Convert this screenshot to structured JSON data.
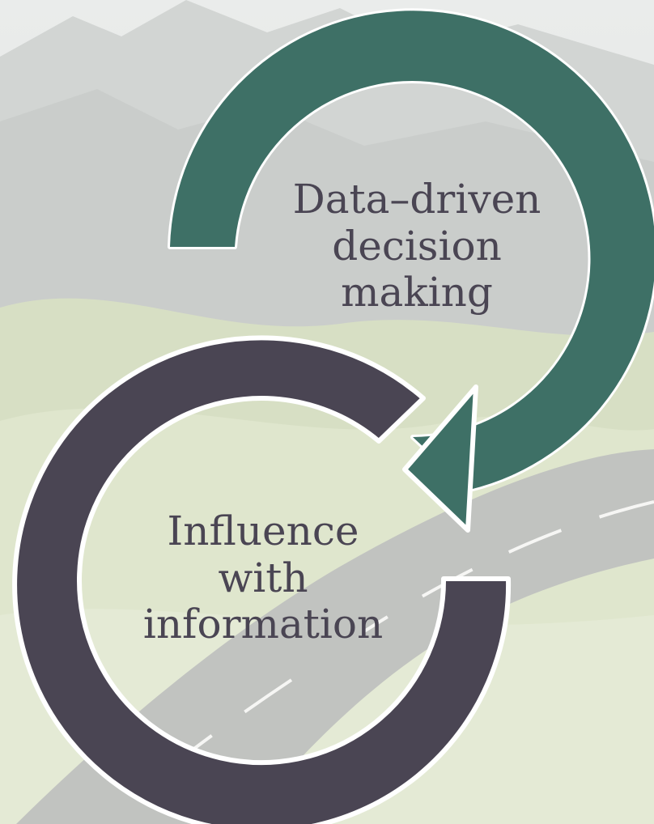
{
  "diagram": {
    "type": "cycle",
    "nodes": [
      {
        "id": "data-driven",
        "lines": [
          "Data–driven",
          "decision",
          "making"
        ],
        "color": "#3e7066"
      },
      {
        "id": "influence",
        "lines": [
          "Influence",
          "with",
          "information"
        ],
        "color": "#4a4553"
      }
    ],
    "arrows": [
      {
        "from": "data-driven",
        "to": "influence",
        "style": "arrowhead"
      }
    ]
  },
  "colors": {
    "label_text": "#4a4553",
    "ring_outline": "#ffffff",
    "background_sky": "#d9dcdc",
    "background_hills": "#c7d3a8",
    "road": "#a9a9a9"
  }
}
